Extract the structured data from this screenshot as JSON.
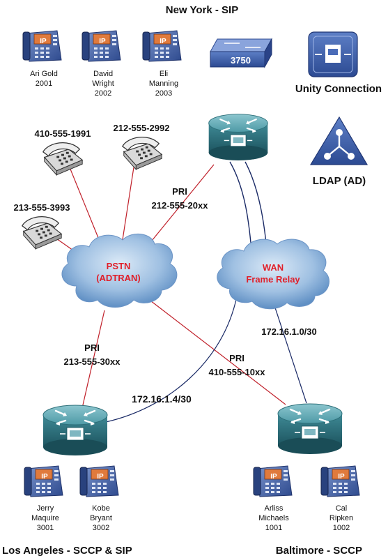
{
  "titles": {
    "new_york": "New York - SIP",
    "los_angeles": "Los Angeles - SCCP  & SIP",
    "baltimore": "Baltimore - SCCP"
  },
  "devices": {
    "ny_switch": "3750",
    "unity": "Unity Connection",
    "ldap": "LDAP (AD)",
    "ip_badge": "IP"
  },
  "phones": {
    "ny": [
      {
        "line1": "Ari Gold",
        "line2": "2001",
        "line3": ""
      },
      {
        "line1": "David",
        "line2": "Wright",
        "line3": "2002"
      },
      {
        "line1": "Eli",
        "line2": "Manning",
        "line3": "2003"
      }
    ],
    "la": [
      {
        "line1": "Jerry",
        "line2": "Maquire",
        "line3": "3001"
      },
      {
        "line1": "Kobe",
        "line2": "Bryant",
        "line3": "3002"
      }
    ],
    "bal": [
      {
        "line1": "Arliss",
        "line2": "Michaels",
        "line3": "1001"
      },
      {
        "line1": "Cal",
        "line2": "Ripken",
        "line3": "1002"
      }
    ]
  },
  "analog_phones": [
    "410-555-1991",
    "212-555-2992",
    "213-555-3993"
  ],
  "clouds": {
    "pstn": {
      "line1": "PSTN",
      "line2": "(ADTRAN)"
    },
    "wan": {
      "line1": "WAN",
      "line2": "Frame Relay"
    }
  },
  "links": {
    "ny_pri": {
      "line1": "PRI",
      "line2": "212-555-20xx"
    },
    "la_pri": {
      "line1": "PRI",
      "line2": "213-555-30xx"
    },
    "bal_pri": {
      "line1": "PRI",
      "line2": "410-555-10xx"
    },
    "bal_wan": "172.16.1.0/30",
    "la_wan": "172.16.1.4/30"
  },
  "colors": {
    "pri_line": "#c0202a",
    "wan_line": "#1a2a66",
    "cloud_label": "#e0202a",
    "device_blue": "#3d5da8"
  }
}
